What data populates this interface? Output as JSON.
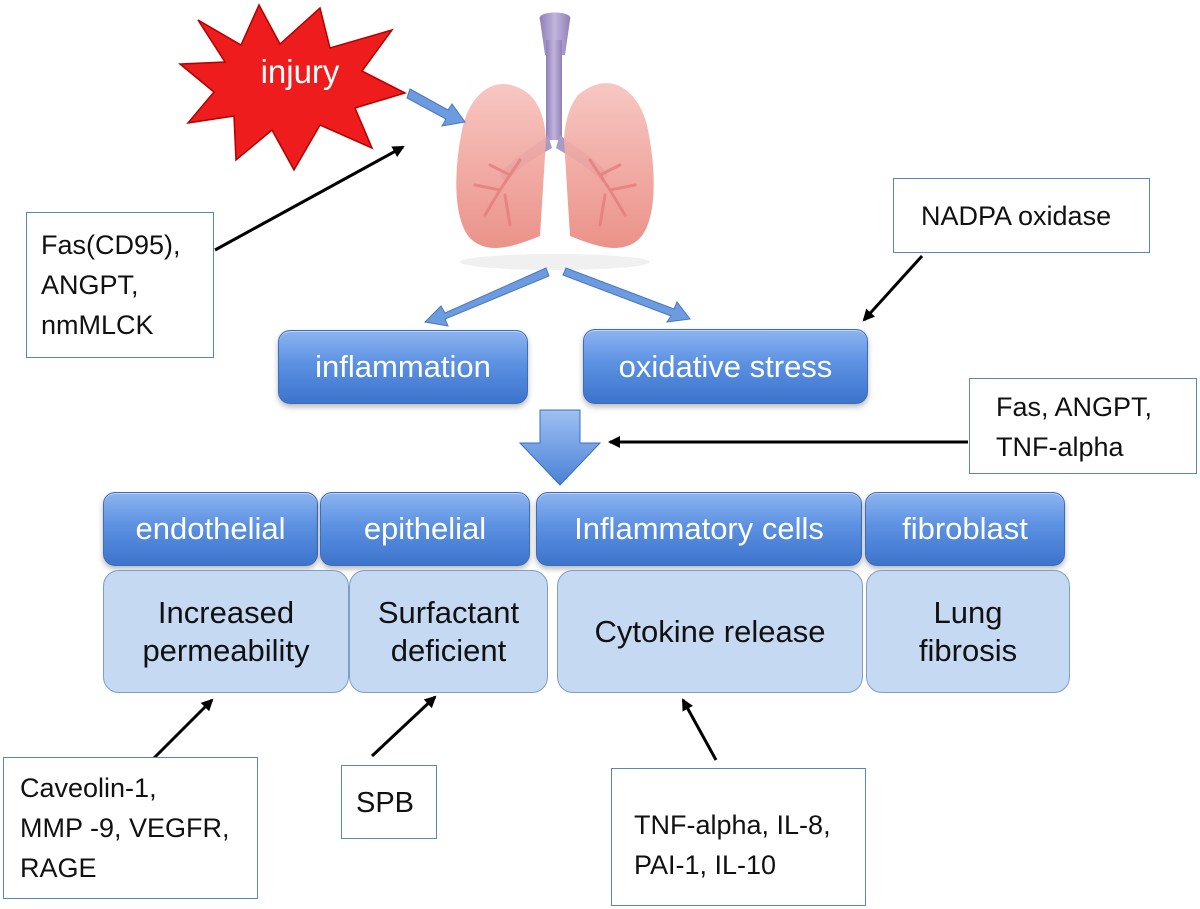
{
  "starburst": {
    "label": "injury"
  },
  "notes": {
    "left_top": [
      "Fas(CD95),",
      "ANGPT,",
      "nmMLCK"
    ],
    "nadpa": "NADPA oxidase",
    "fas_tnf": [
      "Fas, ANGPT,",
      "TNF-alpha"
    ],
    "caveolin": [
      "Caveolin-1,",
      "MMP -9, VEGFR,",
      "RAGE"
    ],
    "spb": "SPB",
    "tnf_il": [
      "TNF-alpha, IL-8,",
      "PAI-1, IL-10"
    ]
  },
  "mechanisms": {
    "inflammation": "inflammation",
    "oxidative_stress": "oxidative stress"
  },
  "cell_types": [
    "endothelial",
    "epithelial",
    "Inflammatory cells",
    "fibroblast"
  ],
  "outcomes": [
    [
      "Increased",
      "permeability"
    ],
    [
      "Surfactant",
      "deficient"
    ],
    [
      "Cytokine release"
    ],
    [
      "Lung",
      "fibrosis"
    ]
  ],
  "colors": {
    "pill_blue": "#5c91e2",
    "cell_light_blue": "#c5d9f3",
    "burst_red": "#ee1c1c",
    "lung_pink": "#f2a3a3",
    "trachea_purple": "#a99ac6",
    "arrow_blue": "#6d9be0"
  },
  "icons": [
    "starburst-icon",
    "lungs-icon",
    "block-down-arrow-icon"
  ]
}
